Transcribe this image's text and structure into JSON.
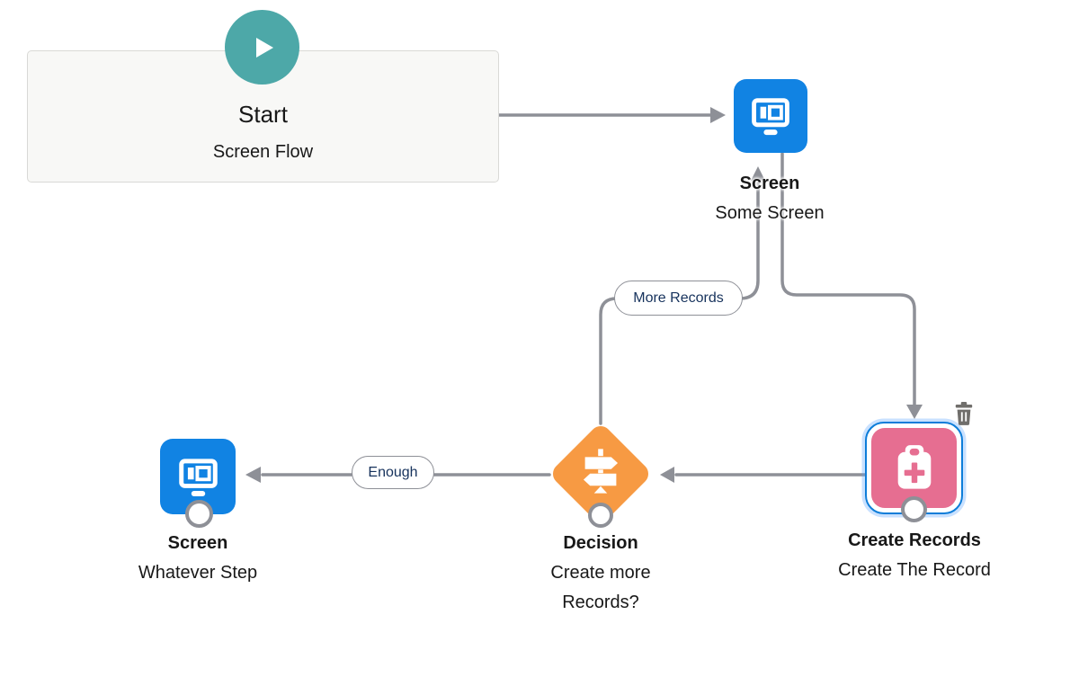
{
  "colors": {
    "connector_gray": "#8e9097",
    "screen_blue": "#1183e3",
    "create_records_pink": "#e66e91",
    "decision_orange": "#f79a43",
    "start_teal": "#4da8a8",
    "selection_blue": "#0d7dd9",
    "label_navy": "#16325c"
  },
  "start_node": {
    "title": "Start",
    "subtitle": "Screen Flow",
    "icon": "play-icon"
  },
  "nodes": {
    "screen_top": {
      "title": "Screen",
      "subtitle": "Some Screen",
      "icon": "screen-icon"
    },
    "create_records": {
      "title": "Create Records",
      "subtitle": "Create The Record",
      "icon": "create-records-icon",
      "selected": true
    },
    "decision": {
      "title": "Decision",
      "subtitle": "Create more Records?",
      "icon": "decision-signpost-icon"
    },
    "screen_left": {
      "title": "Screen",
      "subtitle": "Whatever Step",
      "icon": "screen-icon"
    }
  },
  "connector_labels": {
    "more_records": "More Records",
    "enough": "Enough"
  },
  "actions": {
    "delete_icon": "trash-icon"
  }
}
